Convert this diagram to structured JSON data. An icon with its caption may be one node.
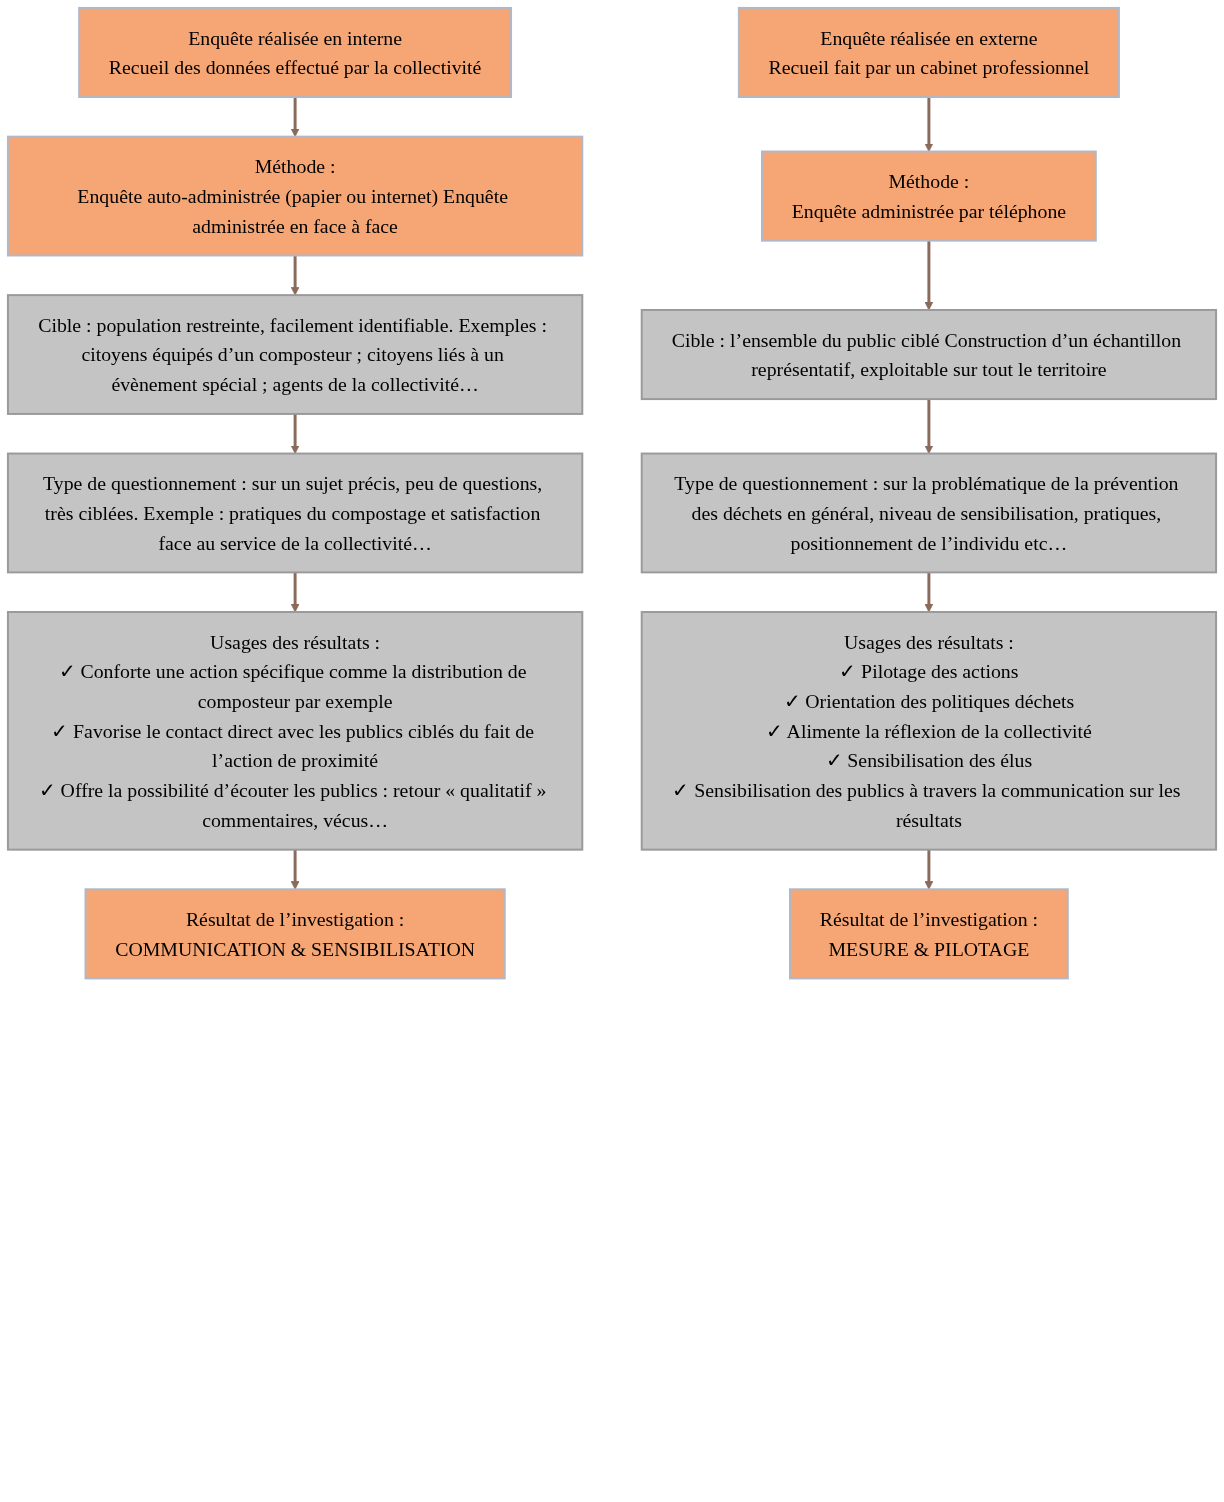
{
  "diagram": {
    "nodes": [
      {
        "text": [
          "Enquête réalisée en interne",
          "Recueil des données effectué par la collectivité"
        ]
      },
      {
        "text": [
          "Méthode :",
          "Enquête auto-administrée (papier ou internet) Enquête administrée en face à face"
        ]
      },
      {
        "text": [
          "Cible : population restreinte, facilement identifiable. Exemples : citoyens équipés d’un composteur ; citoyens liés à un évènement spécial ; agents de la collectivité…"
        ]
      },
      {
        "text": [
          "Type de questionnement : sur un sujet précis, peu de questions, très ciblées. Exemple : pratiques du compostage et satisfaction face au service de la collectivité…"
        ]
      },
      {
        "text": [
          "Usages des résultats :",
          "✓ Conforte une action spécifique comme la distribution de composteur par exemple",
          "✓ Favorise le contact direct avec les publics ciblés du fait de l’action de proximité",
          "✓ Offre la possibilité d’écouter les publics : retour « qualitatif » commentaires, vécus…"
        ]
      },
      {
        "text": [
          "Résultat de l’investigation :",
          "COMMUNICATION & SENSIBILISATION"
        ]
      },
      {
        "text": [
          "Enquête réalisée en externe",
          "Recueil fait par un cabinet professionnel"
        ]
      },
      {
        "text": [
          "Méthode :",
          "Enquête administrée par téléphone"
        ]
      },
      {
        "text": [
          "Cible : l’ensemble du public ciblé Construction d’un échantillon représentatif, exploitable sur tout le territoire"
        ]
      },
      {
        "text": [
          "Type de questionnement : sur la problématique de la prévention des déchets en général, niveau de sensibilisation, pratiques, positionnement de l’individu etc…"
        ]
      },
      {
        "text": [
          "Usages des résultats :",
          "✓ Pilotage des actions",
          "✓ Orientation des politiques déchets",
          "✓ Alimente la réflexion de la collectivité",
          "✓ Sensibilisation des élus",
          "✓ Sensibilisation des publics à travers la communication sur les résultats"
        ]
      },
      {
        "text": [
          "Résultat de l’investigation :",
          "MESURE & PILOTAGE"
        ]
      }
    ],
    "edges": [
      {
        "from": 0,
        "to": 1,
        "arrow": "to"
      },
      {
        "from": 1,
        "to": 2,
        "arrow": "to"
      },
      {
        "from": 2,
        "to": 3,
        "arrow": "to"
      },
      {
        "from": 3,
        "to": 4,
        "arrow": "to"
      },
      {
        "from": 4,
        "to": 5,
        "arrow": "to"
      },
      {
        "from": 6,
        "to": 7,
        "arrow": "to"
      },
      {
        "from": 7,
        "to": 8,
        "arrow": "to"
      },
      {
        "from": 8,
        "to": 9,
        "arrow": "to"
      },
      {
        "from": 9,
        "to": 10,
        "arrow": "to"
      },
      {
        "from": 10,
        "to": 11,
        "arrow": "to"
      }
    ]
  }
}
